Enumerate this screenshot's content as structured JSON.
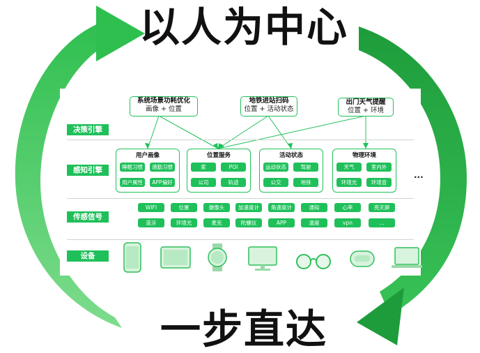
{
  "title_top": "以人为中心",
  "title_bottom": "一步直达",
  "rows": {
    "decision": "决策引擎",
    "perception": "感知引擎",
    "signals": "传感信号",
    "devices": "设备"
  },
  "scenarios": [
    {
      "title": "系统场景功耗优化",
      "sub": "画像 + 位置"
    },
    {
      "title": "地铁进站扫码",
      "sub": "位置 + 活动状态"
    },
    {
      "title": "出门天气提醒",
      "sub": "位置 + 环境"
    }
  ],
  "groups": [
    {
      "title": "用户画像",
      "chips": [
        "睡眠习惯",
        "通勤习惯",
        "用户属性",
        "APP偏好"
      ]
    },
    {
      "title": "位置服务",
      "chips": [
        "家",
        "POI",
        "公司",
        "轨迹"
      ]
    },
    {
      "title": "活动状态",
      "chips": [
        "运动状态",
        "驾驶",
        "公交",
        "地铁"
      ]
    },
    {
      "title": "物理环境",
      "chips": [
        "天气",
        "室内外",
        "环境光",
        "环境音"
      ]
    }
  ],
  "more": "...",
  "signals": {
    "row1": [
      "WIFI",
      "位置",
      "摄像头",
      "加速度计",
      "角速度计",
      "通知",
      "心率",
      "亮灭屏"
    ],
    "row2": [
      "蓝牙",
      "环境光",
      "麦克",
      "陀螺仪",
      "APP",
      "温度",
      "vpn",
      "..."
    ]
  },
  "devices": [
    "phone-icon",
    "tablet-icon",
    "smartwatch-icon",
    "monitor-icon",
    "glasses-icon",
    "earbuds-case-icon",
    "laptop-icon"
  ],
  "colors": {
    "accent": "#1fc05a",
    "arrow_light": "#4ed06c",
    "arrow_dark": "#1f9e3d",
    "text": "#111111"
  }
}
